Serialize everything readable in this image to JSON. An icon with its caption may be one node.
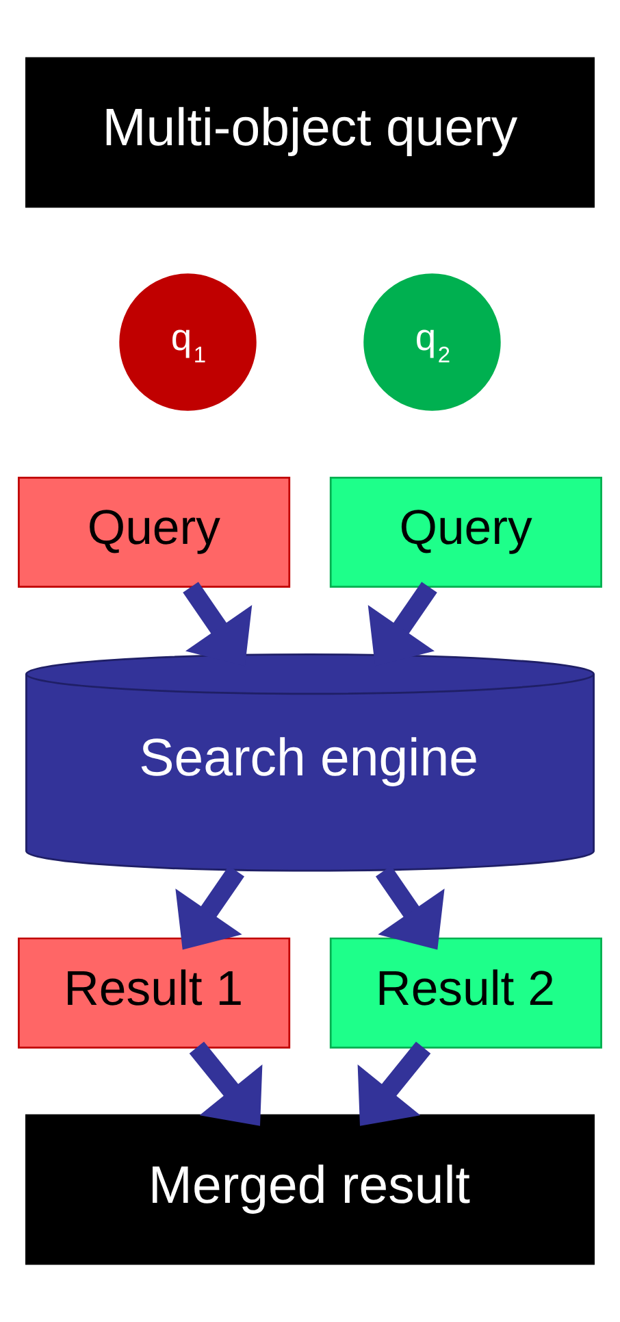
{
  "diagram": {
    "nodes": [
      {
        "text": [
          "Multi-object query"
        ]
      },
      {
        "text": [
          "q$_{1}$"
        ]
      },
      {
        "text": [
          "q$_{2}$"
        ]
      },
      {
        "text": [
          "Query"
        ]
      },
      {
        "text": [
          "Query"
        ]
      },
      {
        "text": [
          "Search engine"
        ]
      },
      {
        "text": [
          "Result 1"
        ]
      },
      {
        "text": [
          "Result 2"
        ]
      },
      {
        "text": [
          "Merged result"
        ]
      }
    ],
    "edges": [
      {
        "from": 3,
        "to": 5,
        "arrow": "to"
      },
      {
        "from": 4,
        "to": 5,
        "arrow": "to"
      },
      {
        "from": 5,
        "to": 6,
        "arrow": "to"
      },
      {
        "from": 5,
        "to": 7,
        "arrow": "to"
      },
      {
        "from": 6,
        "to": 8,
        "arrow": "to"
      },
      {
        "from": 7,
        "to": 8,
        "arrow": "to"
      }
    ]
  }
}
